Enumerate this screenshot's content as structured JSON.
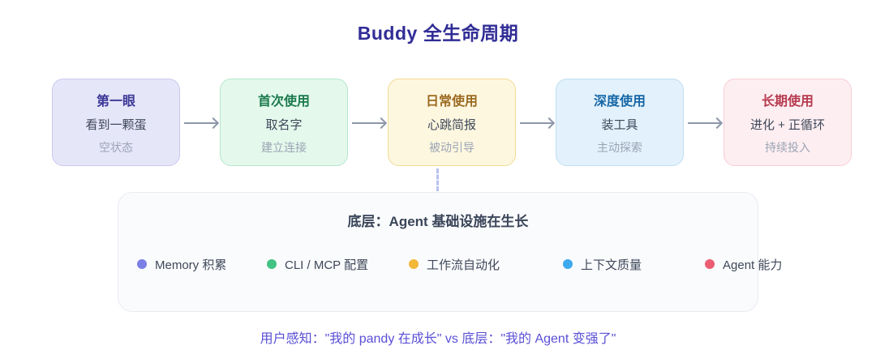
{
  "title": "Buddy 全生命周期",
  "colors": {
    "page_title": "#312d96",
    "arrow": "#8d96a8",
    "dashed_connector": "#b9c1ee",
    "footer_text": "#5a4fd6",
    "infra_box_bg": "#fafbfd",
    "infra_box_border": "#e8ebf1"
  },
  "stages": [
    {
      "name": "第一眼",
      "action": "看到一颗蛋",
      "note": "空状态",
      "accent": "#3b3897",
      "bg": "#e6e6f9",
      "border": "#c9c9ef"
    },
    {
      "name": "首次使用",
      "action": "取名字",
      "note": "建立连接",
      "accent": "#1a7a4c",
      "bg": "#e4f8ec",
      "border": "#b6e7cc"
    },
    {
      "name": "日常使用",
      "action": "心跳简报",
      "note": "被动引导",
      "accent": "#9a6a20",
      "bg": "#fdf7e0",
      "border": "#f1db93"
    },
    {
      "name": "深度使用",
      "action": "装工具",
      "note": "主动探索",
      "accent": "#1767a7",
      "bg": "#e2f1fb",
      "border": "#c0dff3"
    },
    {
      "name": "长期使用",
      "action": "进化 + 正循环",
      "note": "持续投入",
      "accent": "#b63a4f",
      "bg": "#fdeef1",
      "border": "#f6ced6"
    }
  ],
  "infra": {
    "title": "底层：Agent 基础设施在生长",
    "legend": [
      {
        "label": "Memory 积累",
        "color": "#7b7ee6"
      },
      {
        "label": "CLI / MCP 配置",
        "color": "#43c383"
      },
      {
        "label": "工作流自动化",
        "color": "#f3b73a"
      },
      {
        "label": "上下文质量",
        "color": "#3eaaee"
      },
      {
        "label": "Agent 能力",
        "color": "#eb5e72"
      }
    ]
  },
  "footer": {
    "note": "用户感知：\"我的 pandy 在成长\" vs 底层：\"我的 Agent 变强了\""
  }
}
